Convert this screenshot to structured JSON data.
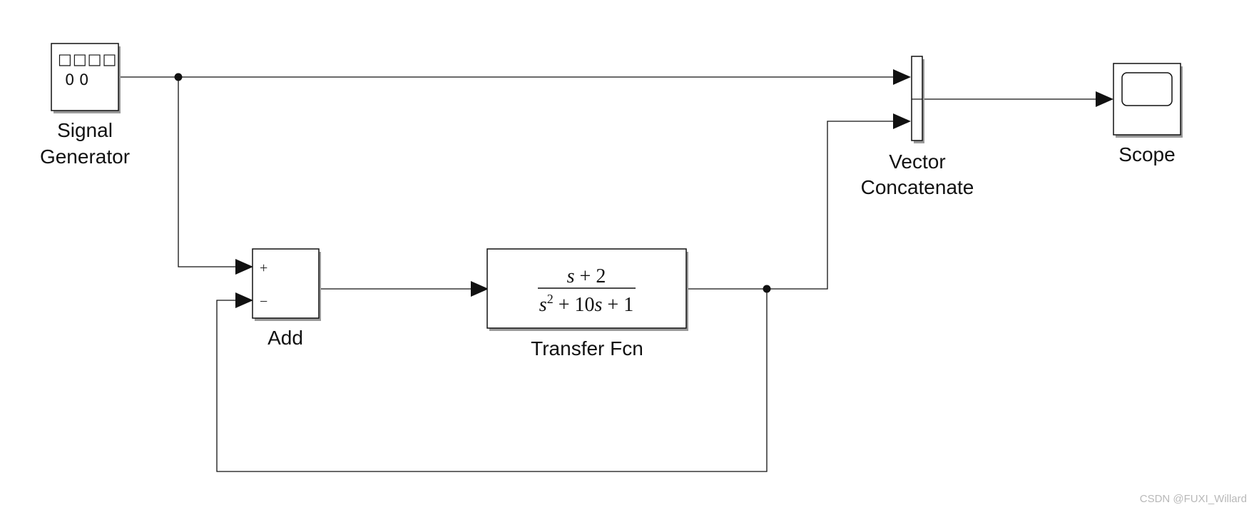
{
  "blocks": {
    "signal_generator": {
      "name_line1": "Signal",
      "name_line2": "Generator",
      "icon_glyphs": "□□□□",
      "icon_glyphs2": "0 0"
    },
    "add": {
      "name": "Add",
      "port_plus": "+",
      "port_minus": "−"
    },
    "transfer_fcn": {
      "name": "Transfer Fcn",
      "numerator": {
        "s": "s",
        "rest": " + 2"
      },
      "denominator": {
        "s": "s",
        "power": "2",
        "mid": " + 10",
        "s2": "s",
        "rest": " + 1"
      }
    },
    "vector_concatenate": {
      "name_line1": "Vector",
      "name_line2": "Concatenate"
    },
    "scope": {
      "name": "Scope"
    }
  },
  "watermark": "CSDN @FUXI_Willard"
}
